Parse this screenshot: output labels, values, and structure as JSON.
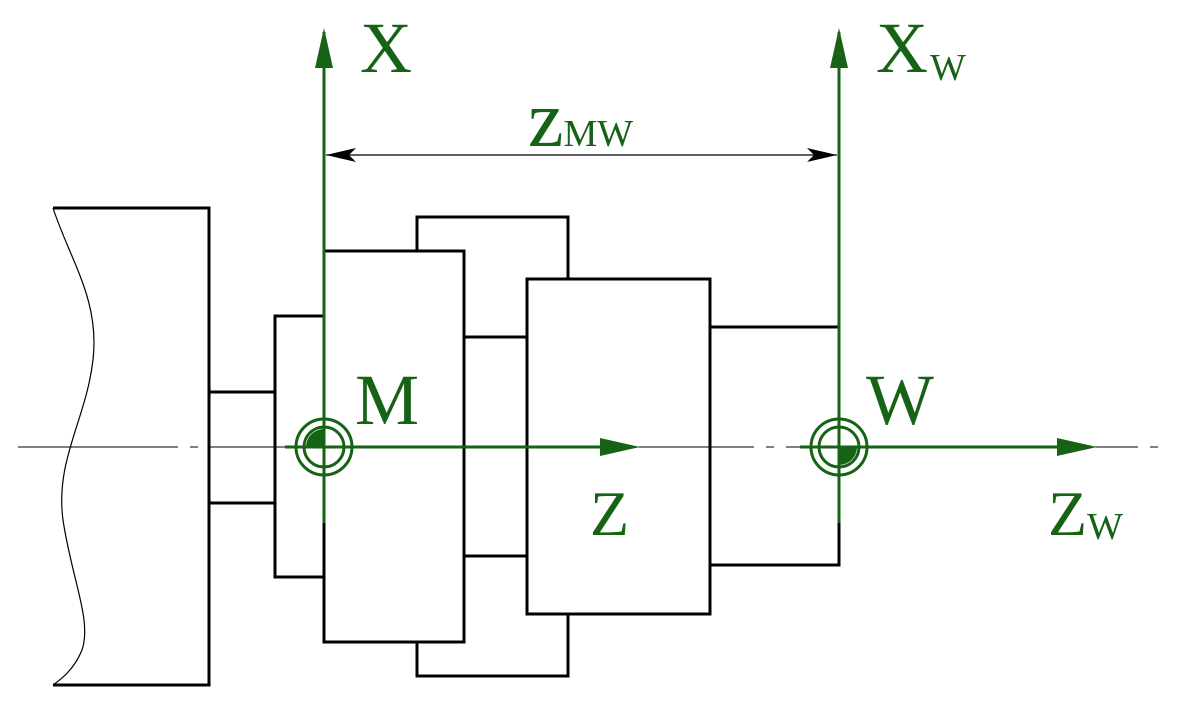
{
  "colors": {
    "line": "#000000",
    "axis": "#166316",
    "background": "#ffffff"
  },
  "labels": {
    "x_axis": "X",
    "xw_axis_main": "X",
    "xw_axis_sub": "W",
    "dimension_main": "z",
    "dimension_sub": "MW",
    "machine_zero": "M",
    "workpiece_zero": "W",
    "z_axis": "Z",
    "zw_axis_main": "Z",
    "zw_axis_sub": "W"
  }
}
